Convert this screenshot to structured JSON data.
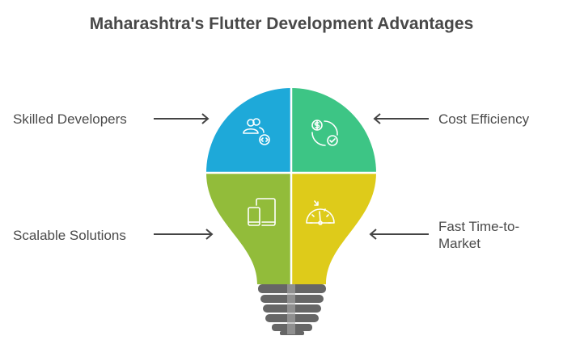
{
  "title": "Maharashtra's Flutter Development Advantages",
  "items": [
    {
      "label": "Skilled Developers",
      "icon": "developers-code-icon",
      "color": "#1EA9D9"
    },
    {
      "label": "Cost Efficiency",
      "icon": "dollar-cycle-check-icon",
      "color": "#3DC585"
    },
    {
      "label": "Scalable Solutions",
      "icon": "devices-icon",
      "color": "#92BC3A"
    },
    {
      "label": "Fast Time-to-Market",
      "icon": "speedometer-icon",
      "color": "#DECB1A"
    }
  ]
}
